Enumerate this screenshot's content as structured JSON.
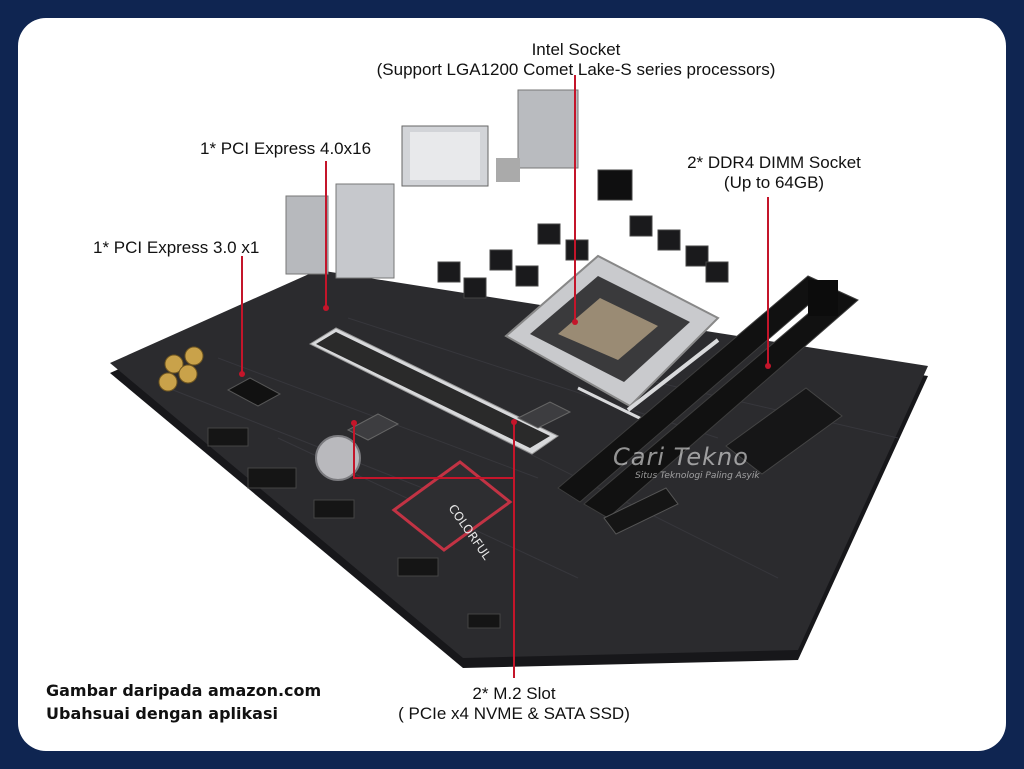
{
  "labels": {
    "intel_socket": {
      "line1": "Intel Socket",
      "line2": "(Support LGA1200 Comet Lake-S series processors)"
    },
    "pcie4": "1* PCI Express 4.0x16",
    "pcie3": "1* PCI Express 3.0 x1",
    "ddr4": {
      "line1": "2* DDR4 DIMM Socket",
      "line2": "(Up to 64GB)"
    },
    "m2": {
      "line1": "2* M.2 Slot",
      "line2": "( PCIe x4 NVME & SATA SSD)"
    }
  },
  "credit": {
    "line1": "Gambar daripada amazon.com",
    "line2": "Ubahsuai dengan aplikasi"
  },
  "watermark": {
    "brand": "Cari Tekno",
    "tagline": "Situs Teknologi Paling Asyik"
  },
  "board_logo": "COLORFUL",
  "colors": {
    "frame": "#0f2551",
    "board": "#2b2b2e",
    "leader": "#c4152a"
  }
}
